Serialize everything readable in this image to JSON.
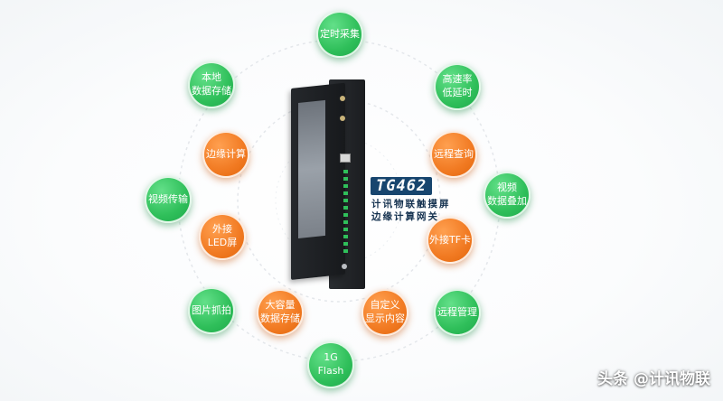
{
  "product": {
    "model": "TG462",
    "subtitle_line1": "计讯物联触摸屏",
    "subtitle_line2": "边缘计算网关"
  },
  "outer_features": [
    {
      "id": "scheduled-acquisition",
      "label": "定时采集"
    },
    {
      "id": "high-rate-low-latency",
      "label": "高速率\n低延时"
    },
    {
      "id": "video-data-overlay",
      "label": "视频\n数据叠加"
    },
    {
      "id": "remote-management",
      "label": "远程管理"
    },
    {
      "id": "flash-1g",
      "label": "1G\nFlash"
    },
    {
      "id": "image-capture",
      "label": "图片抓拍"
    },
    {
      "id": "video-transmission",
      "label": "视频传输"
    },
    {
      "id": "local-data-storage",
      "label": "本地\n数据存储"
    }
  ],
  "inner_features": [
    {
      "id": "edge-computing",
      "label": "边缘计算"
    },
    {
      "id": "remote-query",
      "label": "远程查询"
    },
    {
      "id": "external-tf-card",
      "label": "外接TF卡"
    },
    {
      "id": "custom-display",
      "label": "自定义\n显示内容"
    },
    {
      "id": "large-data-storage",
      "label": "大容量\n数据存储"
    },
    {
      "id": "external-led-screen",
      "label": "外接\nLED屏"
    }
  ],
  "watermark": "头条 @计讯物联",
  "colors": {
    "outer_bubble": "#2fbf5a",
    "inner_bubble": "#f17a22",
    "ring": "#e3e6ea",
    "model_badge": "#17456e"
  }
}
